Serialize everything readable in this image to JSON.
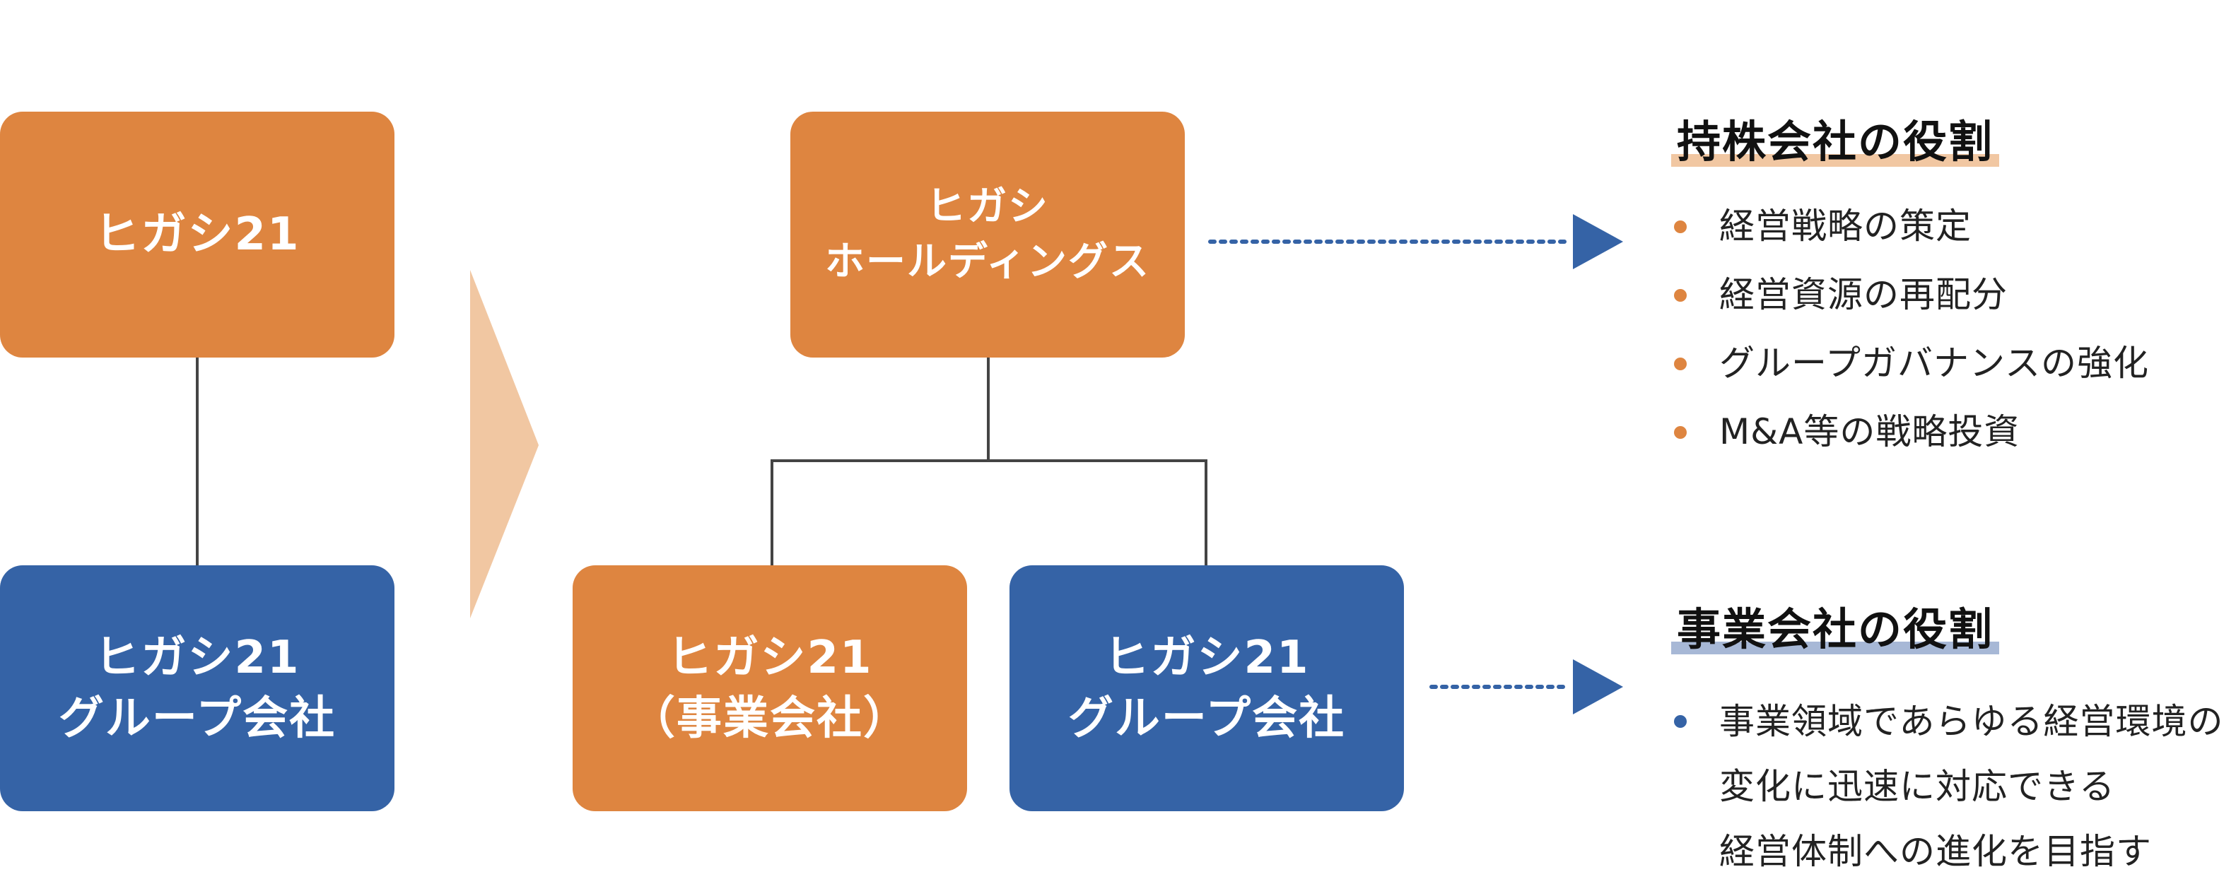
{
  "before": {
    "top_box": "ヒガシ21",
    "bottom_box": [
      "ヒガシ21",
      "グループ会社"
    ]
  },
  "after": {
    "holding_box": [
      "ヒガシ",
      "ホールディングス"
    ],
    "operating_box": [
      "ヒガシ21",
      "（事業会社）"
    ],
    "group_box": [
      "ヒガシ21",
      "グループ会社"
    ]
  },
  "holding_role": {
    "title": "持株会社の役割",
    "items": [
      "経営戦略の策定",
      "経営資源の再配分",
      "グループガバナンスの強化",
      "M&A等の戦略投資"
    ]
  },
  "business_role": {
    "title": "事業会社の役割",
    "lines": [
      "事業領域であらゆる経営環境の",
      "変化に迅速に対応できる",
      "経営体制への進化を目指す"
    ]
  },
  "colors": {
    "orange": "#DE8540",
    "blue": "#3563A6",
    "light_orange": "#F1C7A2",
    "light_blue": "#A7B8D6"
  }
}
